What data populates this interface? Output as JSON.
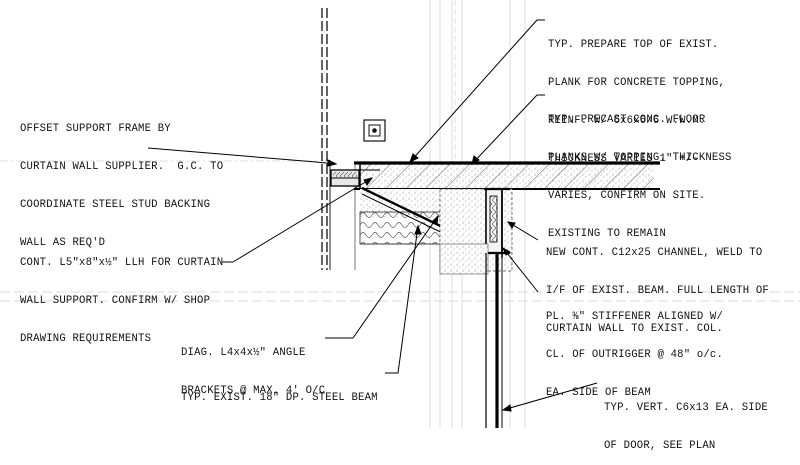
{
  "drawing": {
    "notes": {
      "topping_prep": [
        "TYP. PREPARE TOP OF EXIST.",
        "PLANK FOR CONCRETE TOPPING,",
        "REINF. W/ 6x6x6/6 W.W.M.",
        "THICKNESS VARIES 1\" +/-"
      ],
      "floor_planks": [
        "TYP. PRECAST CONC. FLOOR",
        "PLANKS W/ TOPPING. THICKNESS",
        "VARIES, CONFIRM ON SITE.",
        "EXISTING TO REMAIN"
      ],
      "offset_frame": [
        "OFFSET SUPPORT FRAME BY",
        "CURTAIN WALL SUPPLIER.  G.C. TO",
        "COORDINATE STEEL STUD BACKING",
        "WALL AS REQ'D"
      ],
      "llh_angle": [
        "CONT. L5\"x8\"x½\" LLH FOR CURTAIN",
        "WALL SUPPORT. CONFIRM W/ SHOP",
        "DRAWING REQUIREMENTS"
      ],
      "channel": [
        "NEW CONT. C12x25 CHANNEL, WELD TO",
        "I/F OF EXIST. BEAM. FULL LENGTH OF",
        "CURTAIN WALL TO EXIST. COL."
      ],
      "stiffener": [
        "PL. ⅜\" STIFFENER ALIGNED W/",
        "CL. OF OUTRIGGER @ 48\" o/c.",
        "EA. SIDE OF BEAM"
      ],
      "diag_brackets": [
        "DIAG. L4x4x½\" ANGLE",
        "BRACKETS @ MAX. 4' O/C"
      ],
      "steel_beam": [
        "TYP. EXIST. 18\" DP. STEEL BEAM"
      ],
      "vert_channel": [
        "TYP. VERT. C6x13 EA. SIDE",
        "OF DOOR, SEE PLAN"
      ]
    }
  }
}
